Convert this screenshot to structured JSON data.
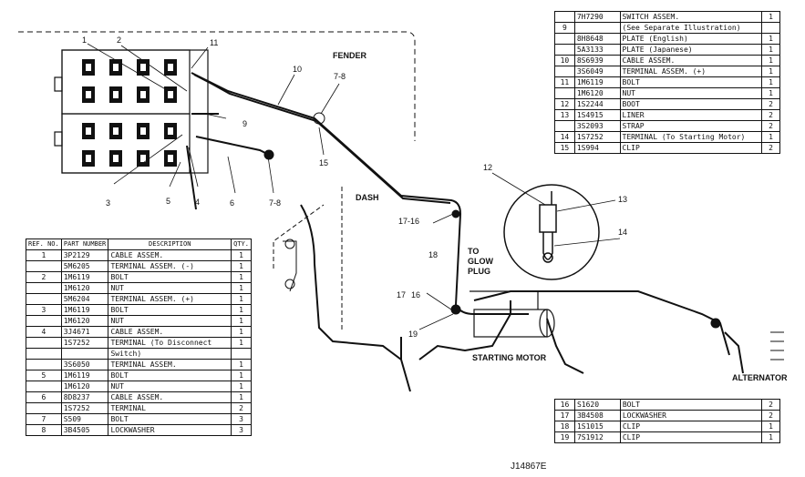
{
  "labels": {
    "fender": "FENDER",
    "dash": "DASH",
    "to_glow_plug": "TO\nGLOW\nPLUG",
    "to": "TO",
    "glow": "GLOW",
    "plug": "PLUG",
    "starting_motor": "STARTING MOTOR",
    "alternator": "ALTERNATOR",
    "drawing_code": "J14867E"
  },
  "callouts": [
    "1",
    "2",
    "3",
    "4",
    "5",
    "6",
    "7-8",
    "7-8",
    "9",
    "10",
    "11",
    "12",
    "13",
    "14",
    "15",
    "16",
    "17",
    "17-16",
    "18",
    "19"
  ],
  "left_table": {
    "headers": [
      "REF. NO.",
      "PART NUMBER",
      "DESCRIPTION",
      "QTY."
    ],
    "rows": [
      {
        "ref": "1",
        "part": "3P2129",
        "desc": "CABLE ASSEM.",
        "qty": "1"
      },
      {
        "ref": "",
        "part": "5M6205",
        "desc": "TERMINAL ASSEM. (-)",
        "qty": "1"
      },
      {
        "ref": "2",
        "part": "1M6119",
        "desc": "BOLT",
        "qty": "1"
      },
      {
        "ref": "",
        "part": "1M6120",
        "desc": "NUT",
        "qty": "1"
      },
      {
        "ref": "",
        "part": "5M6204",
        "desc": "TERMINAL ASSEM. (+)",
        "qty": "1"
      },
      {
        "ref": "3",
        "part": "1M6119",
        "desc": "BOLT",
        "qty": "1"
      },
      {
        "ref": "",
        "part": "1M6120",
        "desc": "NUT",
        "qty": "1"
      },
      {
        "ref": "4",
        "part": "3J4671",
        "desc": "CABLE ASSEM.",
        "qty": "1"
      },
      {
        "ref": "",
        "part": "1S7252",
        "desc": "TERMINAL (To Disconnect",
        "qty": "1"
      },
      {
        "ref": "",
        "part": "",
        "desc": "Switch)",
        "qty": ""
      },
      {
        "ref": "",
        "part": "3S6050",
        "desc": "TERMINAL ASSEM.",
        "qty": "1"
      },
      {
        "ref": "5",
        "part": "1M6119",
        "desc": "BOLT",
        "qty": "1"
      },
      {
        "ref": "",
        "part": "1M6120",
        "desc": "NUT",
        "qty": "1"
      },
      {
        "ref": "6",
        "part": "8D8237",
        "desc": "CABLE ASSEM.",
        "qty": "1"
      },
      {
        "ref": "",
        "part": "1S7252",
        "desc": "TERMINAL",
        "qty": "2"
      },
      {
        "ref": "7",
        "part": "S509",
        "desc": "BOLT",
        "qty": "3"
      },
      {
        "ref": "8",
        "part": "3B4505",
        "desc": "LOCKWASHER",
        "qty": "3"
      }
    ]
  },
  "top_right_table": {
    "rows": [
      {
        "ref": "",
        "part": "7H7290",
        "desc": "SWITCH ASSEM.",
        "qty": "1"
      },
      {
        "ref": "9",
        "part": "",
        "desc": "(See Separate Illustration)",
        "qty": ""
      },
      {
        "ref": "",
        "part": "8H8648",
        "desc": "PLATE (English)",
        "qty": "1"
      },
      {
        "ref": "",
        "part": "5A3133",
        "desc": "PLATE (Japanese)",
        "qty": "1"
      },
      {
        "ref": "10",
        "part": "8S6939",
        "desc": "CABLE ASSEM.",
        "qty": "1"
      },
      {
        "ref": "",
        "part": "3S6049",
        "desc": "TERMINAL ASSEM. (+)",
        "qty": "1"
      },
      {
        "ref": "11",
        "part": "1M6119",
        "desc": "BOLT",
        "qty": "1"
      },
      {
        "ref": "",
        "part": "1M6120",
        "desc": "NUT",
        "qty": "1"
      },
      {
        "ref": "12",
        "part": "1S2244",
        "desc": "BOOT",
        "qty": "2"
      },
      {
        "ref": "13",
        "part": "1S4915",
        "desc": "LINER",
        "qty": "2"
      },
      {
        "ref": "",
        "part": "3S2093",
        "desc": "STRAP",
        "qty": "2"
      },
      {
        "ref": "14",
        "part": "1S7252",
        "desc": "TERMINAL (To Starting Motor)",
        "qty": "1"
      },
      {
        "ref": "15",
        "part": "1S994",
        "desc": "CLIP",
        "qty": "2"
      }
    ]
  },
  "bottom_right_table": {
    "rows": [
      {
        "ref": "16",
        "part": "S1620",
        "desc": "BOLT",
        "qty": "2"
      },
      {
        "ref": "17",
        "part": "3B4508",
        "desc": "LOCKWASHER",
        "qty": "2"
      },
      {
        "ref": "18",
        "part": "1S1015",
        "desc": "CLIP",
        "qty": "1"
      },
      {
        "ref": "19",
        "part": "7S1912",
        "desc": "CLIP",
        "qty": "1"
      }
    ]
  }
}
